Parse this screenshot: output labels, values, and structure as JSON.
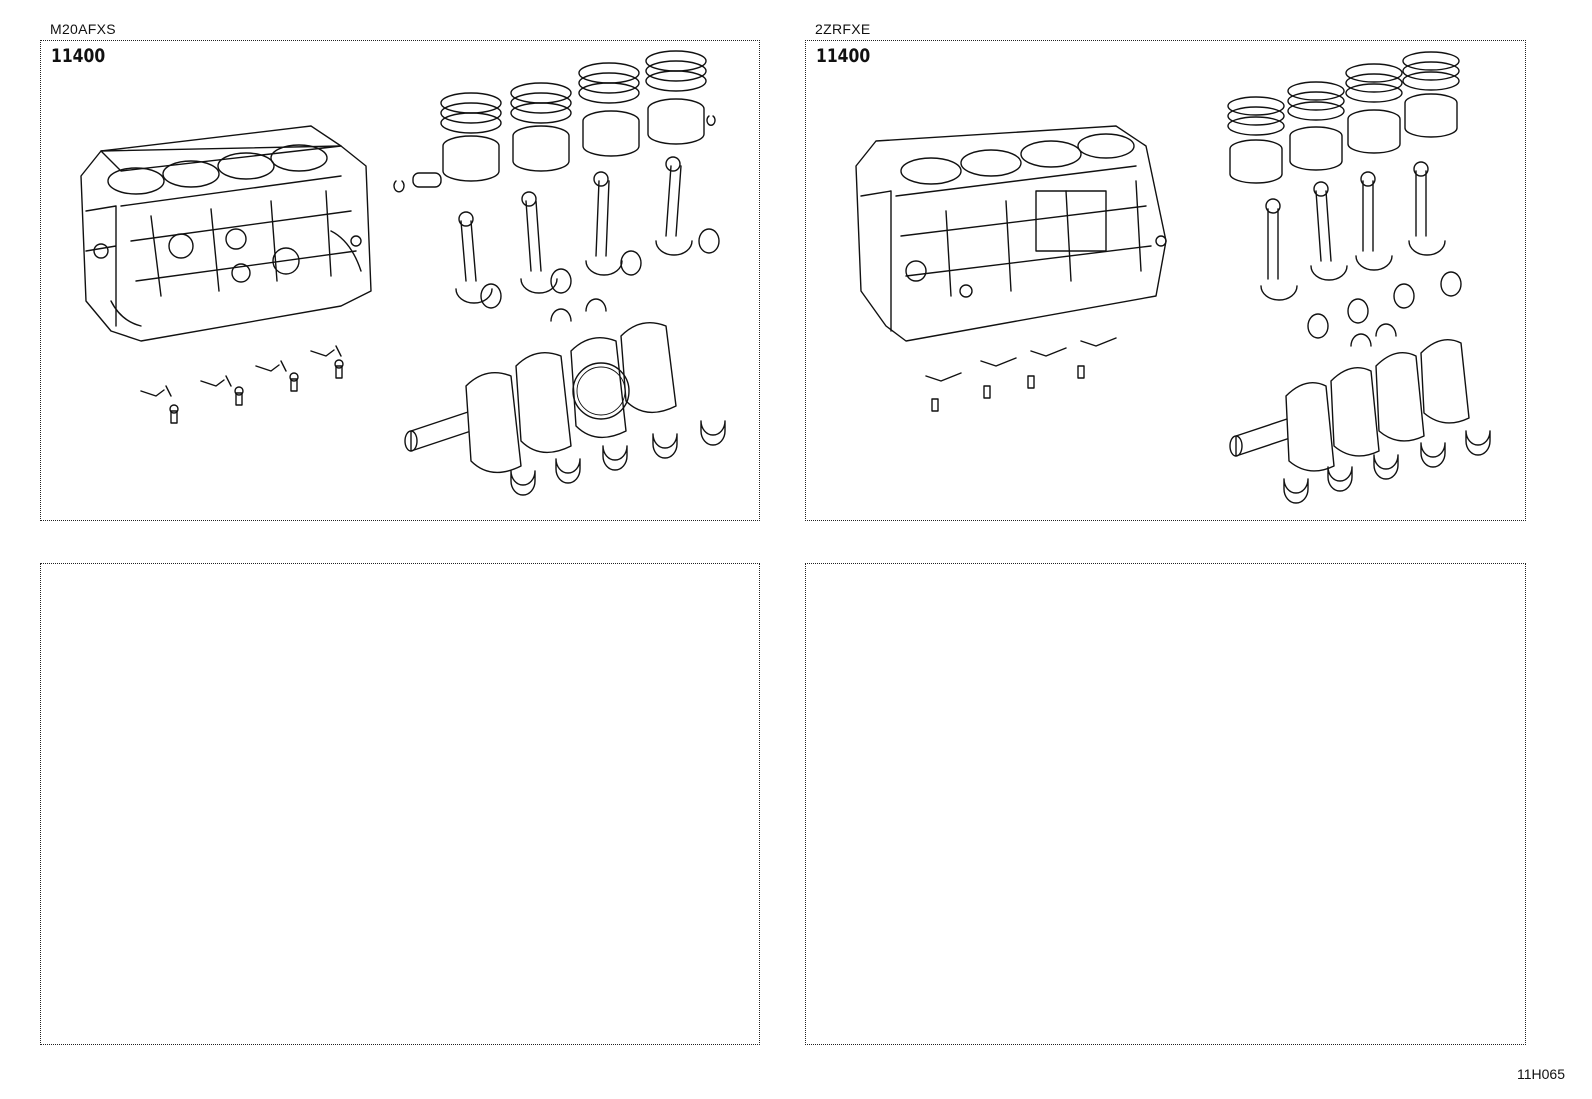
{
  "panels": [
    {
      "engine": "M20AFXS",
      "code": "11400"
    },
    {
      "engine": "2ZRFXE",
      "code": "11400"
    }
  ],
  "footer": {
    "ref": "11H065"
  }
}
